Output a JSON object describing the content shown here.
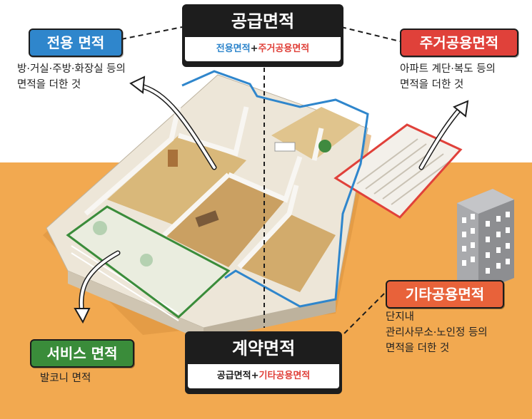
{
  "supply_area": {
    "title": "공급면적",
    "formula_part1": "전용면적",
    "formula_plus": "+",
    "formula_part2": "주거공용면적"
  },
  "exclusive_area": {
    "label": "전용 면적",
    "desc_line1": "방·거실·주방·화장실 등의",
    "desc_line2": "면적을 더한 것"
  },
  "residential_common_area": {
    "label": "주거공용면적",
    "desc_line1": "아파트 계단·복도 등의",
    "desc_line2": "면적을 더한 것"
  },
  "other_common_area": {
    "label": "기타공용면적",
    "desc_line1": "단지내",
    "desc_line2": "관리사무소·노인정 등의",
    "desc_line3": "면적을 더한 것"
  },
  "service_area": {
    "label": "서비스 면적",
    "desc_line1": "발코니 면적"
  },
  "contract_area": {
    "title": "계약면적",
    "formula_part1": "공급면적",
    "formula_plus": "+",
    "formula_part2": "기타공용면적"
  },
  "colors": {
    "exclusive": "#2f86cc",
    "residential_common": "#e0413a",
    "service": "#3a8c3a",
    "other_common": "#e8623a",
    "background": "#f2a950"
  }
}
